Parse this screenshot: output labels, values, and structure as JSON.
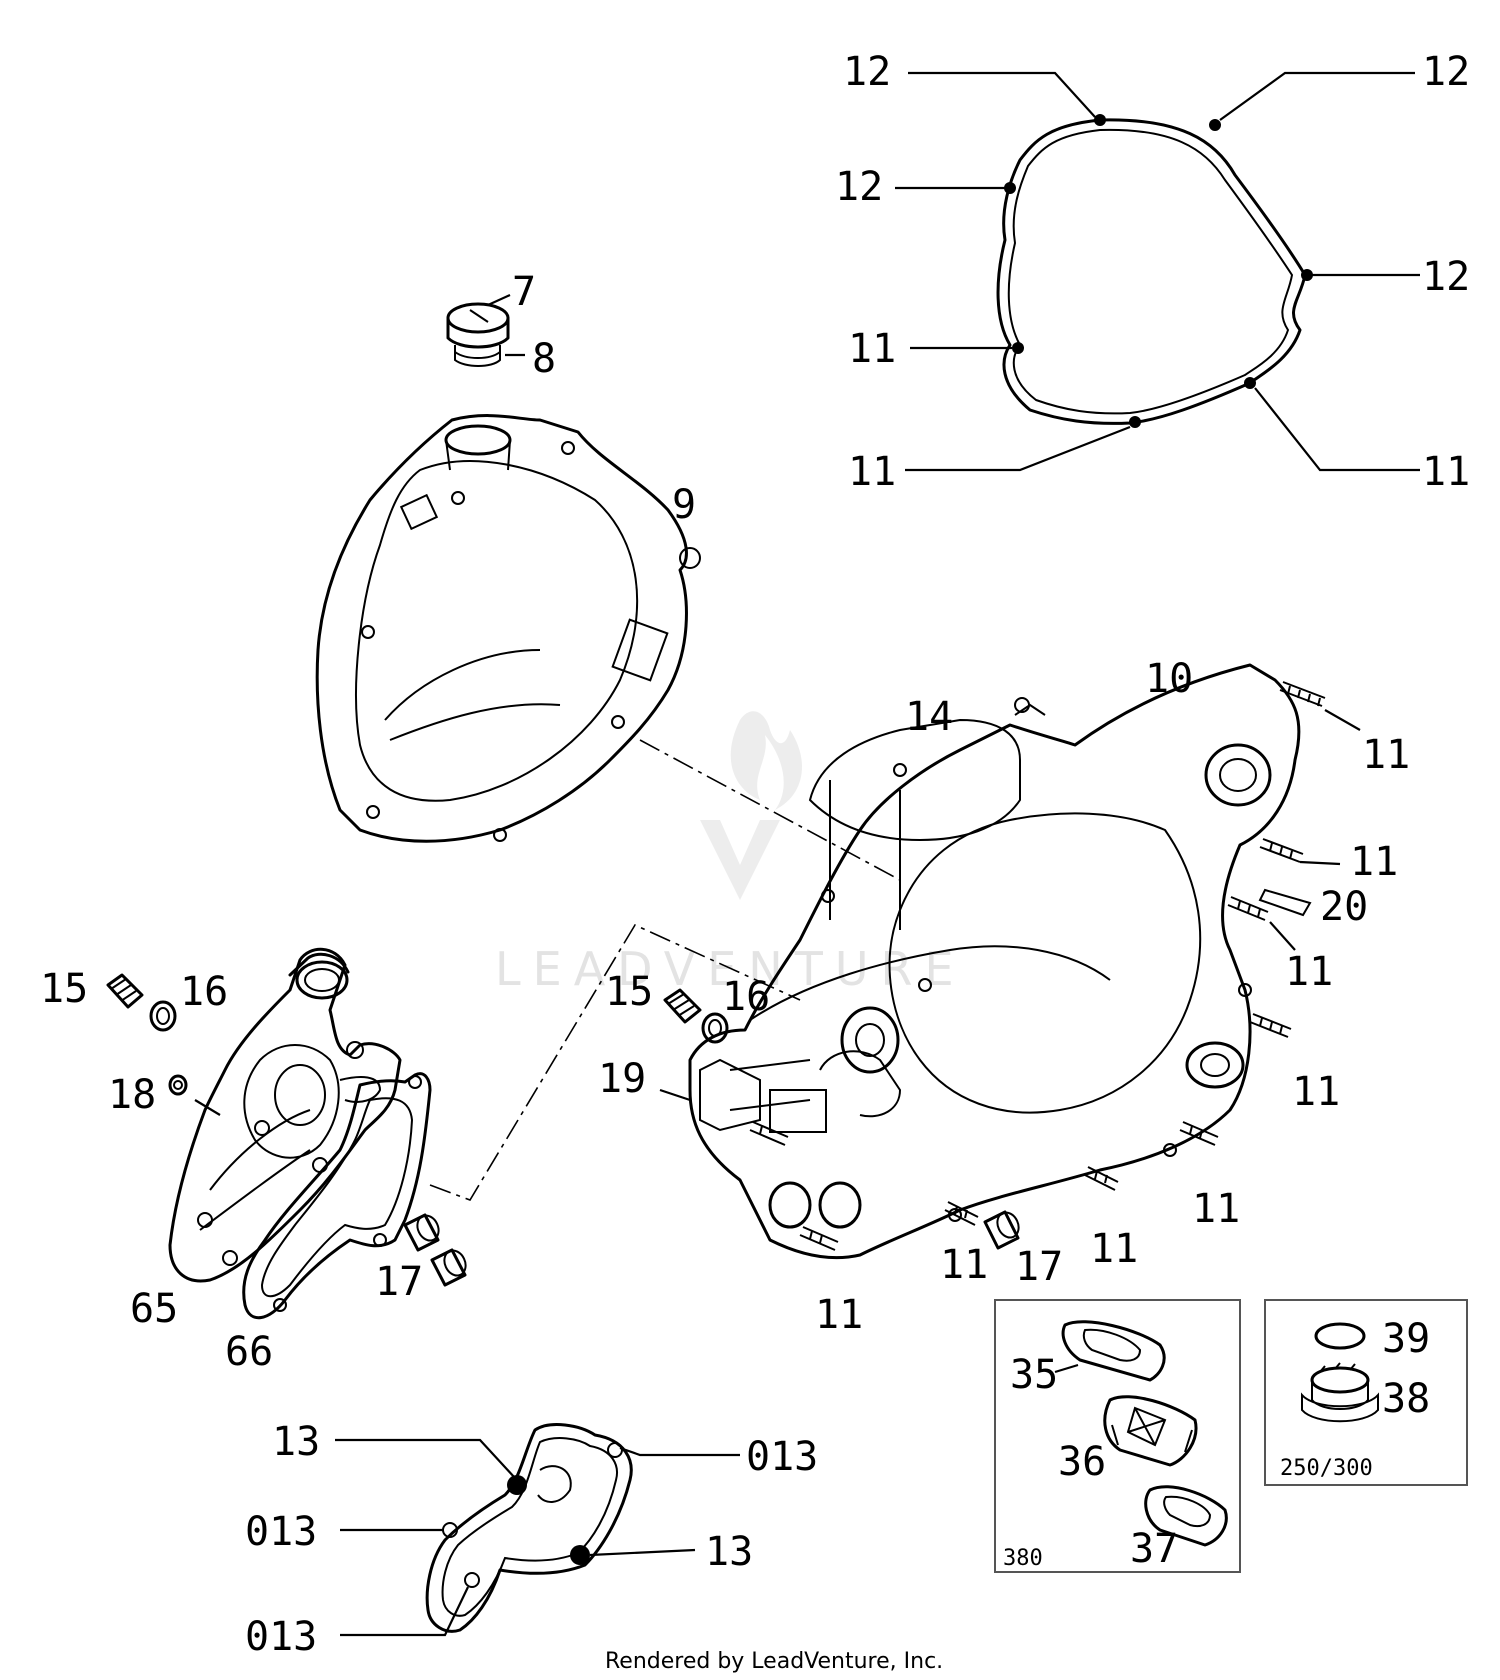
{
  "diagram": {
    "watermark_text": "LEADVENTURE",
    "credit": "Rendered by LeadVenture, Inc.",
    "inset_380": {
      "tag": "380",
      "labels": [
        "35",
        "36",
        "37"
      ]
    },
    "inset_250_300": {
      "tag": "250/300",
      "labels": [
        "39",
        "38"
      ]
    },
    "callouts": {
      "c7": "7",
      "c8": "8",
      "c9": "9",
      "c10": "10",
      "c11a": "11",
      "c11b": "11",
      "c11c": "11",
      "c12a": "12",
      "c12b": "12",
      "c12c": "12",
      "c12d": "12",
      "c14": "14",
      "c11d": "11",
      "c11e": "11",
      "c20": "20",
      "c11f": "11",
      "c11g": "11",
      "c11h": "11",
      "c11i": "11",
      "c11j": "11",
      "c11k": "11",
      "c15a": "15",
      "c16a": "16",
      "c18": "18",
      "c65": "65",
      "c66": "66",
      "c17a": "17",
      "c15b": "15",
      "c16b": "16",
      "c19": "19",
      "c17b": "17",
      "c13a": "13",
      "c013a": "013",
      "c013b": "013",
      "c13b": "13",
      "c013c": "013"
    }
  }
}
